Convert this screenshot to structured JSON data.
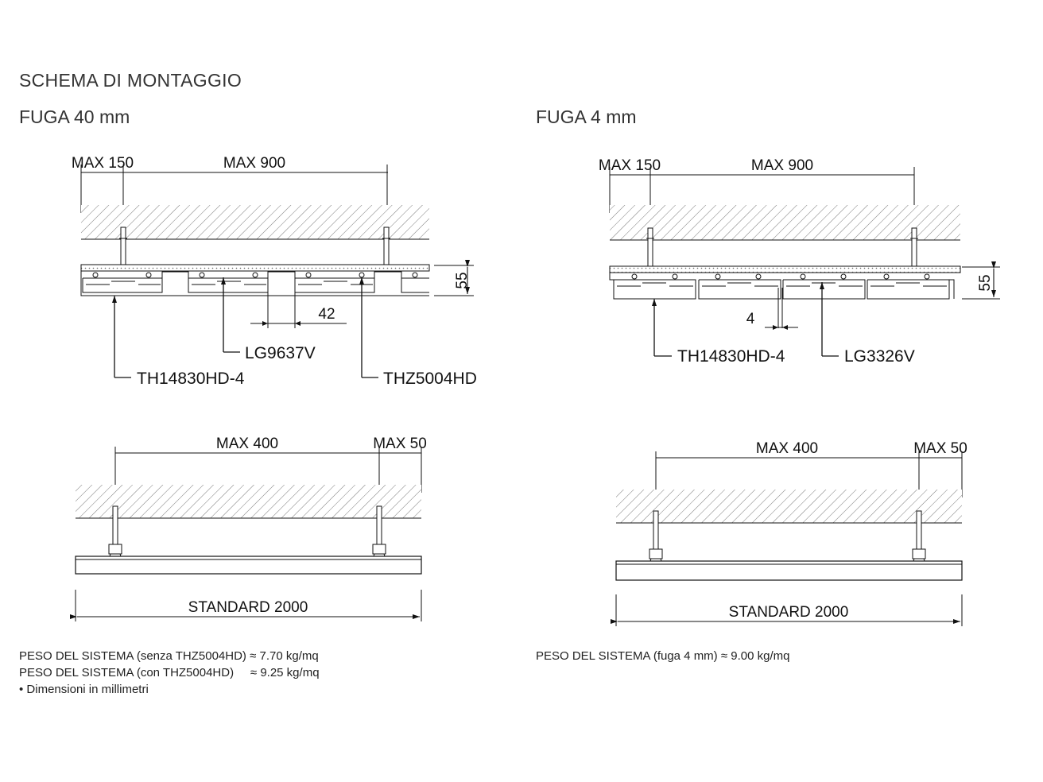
{
  "heading": "SCHEMA DI MONTAGGIO",
  "left": {
    "subtitle": "FUGA 40 mm",
    "top_view": {
      "dim_max150": "MAX 150",
      "dim_max900": "MAX 900",
      "dim_height": "55",
      "dim_gap": "42",
      "parts": [
        "LG9637V",
        "TH14830HD-4",
        "THZ5004HD"
      ]
    },
    "side_view": {
      "dim_max400": "MAX 400",
      "dim_max50": "MAX 50",
      "dim_length": "STANDARD 2000"
    },
    "notes": [
      "PESO DEL SISTEMA (senza THZ5004HD) ≈ 7.70 kg/mq",
      "PESO DEL SISTEMA (con THZ5004HD)     ≈ 9.25 kg/mq",
      "• Dimensioni in millimetri"
    ]
  },
  "right": {
    "subtitle": "FUGA 4 mm",
    "top_view": {
      "dim_max150": "MAX 150",
      "dim_max900": "MAX 900",
      "dim_height": "55",
      "dim_gap": "4",
      "parts": [
        "TH14830HD-4",
        "LG3326V"
      ]
    },
    "side_view": {
      "dim_max400": "MAX 400",
      "dim_max50": "MAX 50",
      "dim_length": "STANDARD 2000"
    },
    "notes": [
      "PESO DEL SISTEMA (fuga 4 mm) ≈ 9.00 kg/mq"
    ]
  }
}
